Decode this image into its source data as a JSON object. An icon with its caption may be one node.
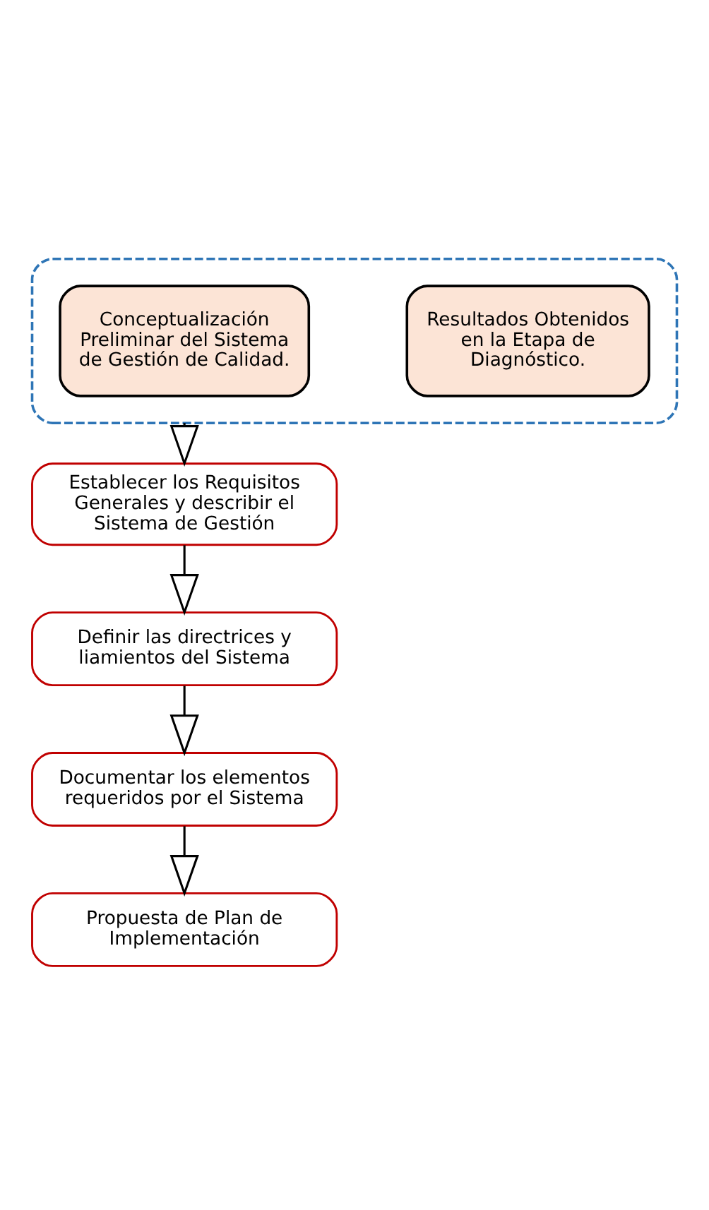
{
  "diagram": {
    "nodes": [
      {
        "text": [],
        "shape": "box"
      },
      {
        "text": [
          "Resultados Obtenidos en la Etapa de Diagnóstico."
        ],
        "in": 0
      },
      {
        "text": [
          "Conceptualización Preliminar del Sistema de Gestión de Calidad."
        ],
        "in": 0
      },
      {
        "text": [
          "Establecer los Requisitos Generales y describir el Sistema de Gestión"
        ]
      },
      {
        "text": [
          "Definir las directrices y liamientos del Sistema"
        ]
      },
      {
        "text": [
          "Documentar los elementos requeridos por el Sistema"
        ]
      },
      {
        "text": [
          "Propuesta de Plan de Implementación"
        ]
      }
    ],
    "edges": [
      {
        "from": 0,
        "to": 3,
        "arrow": "to"
      },
      {
        "from": 3,
        "to": 4,
        "arrow": "to"
      },
      {
        "from": 4,
        "to": 5,
        "arrow": "to"
      },
      {
        "from": 5,
        "to": 6,
        "arrow": "to"
      }
    ]
  }
}
